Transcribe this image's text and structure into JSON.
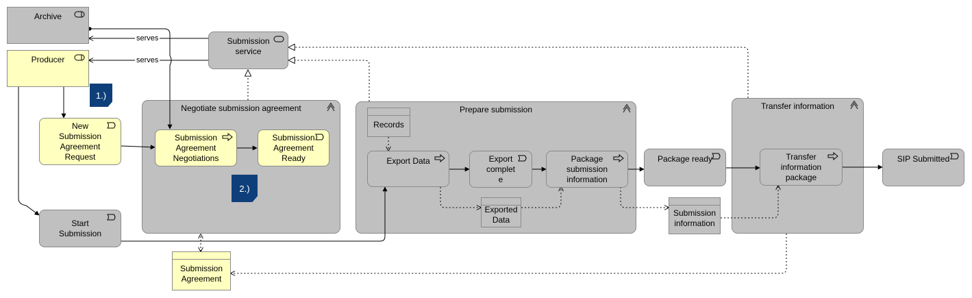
{
  "actors": {
    "archive": "Archive",
    "producer": "Producer"
  },
  "service": "Submission\nservice",
  "groups": {
    "negotiate": "Negotiate submission agreement",
    "prepare": "Prepare submission",
    "transfer": "Transfer information"
  },
  "nodes": {
    "new_request": "New\nSubmission\nAgreement\nRequest",
    "negotiations": "Submission\nAgreement\nNegotiations",
    "agreement_ready": "Submission\nAgreement\nReady",
    "start_submission": "Start\nSubmission",
    "export_data": "Export Data",
    "export_complete": "Export\ncomplet\ne",
    "package_info": "Package\nsubmission\ninformation",
    "package_ready": "Package ready",
    "transfer_package": "Transfer\ninformation\npackage",
    "sip_submitted": "SIP Submitted"
  },
  "data_objects": {
    "records": "Records",
    "exported_data": "Exported\nData",
    "submission_information": "Submission\ninformation",
    "submission_agreement": "Submission\nAgreement"
  },
  "notes": {
    "step1": "1.)",
    "step2": "2.)"
  },
  "edge_labels": {
    "serves_archive": "serves",
    "serves_producer": "serves"
  },
  "colors": {
    "business_yellow": "#ffffbf",
    "element_gray": "#c0c0c0",
    "note_blue": "#0f3f7a"
  }
}
